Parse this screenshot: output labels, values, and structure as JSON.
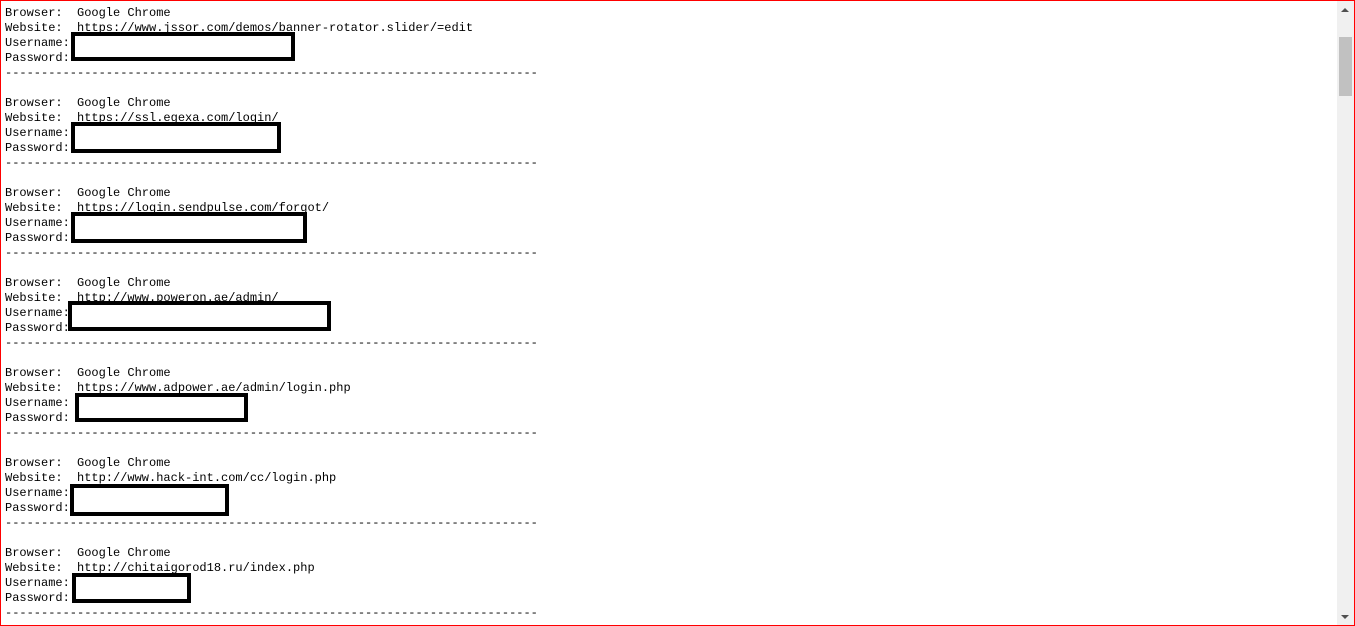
{
  "labels": {
    "browser": "Browser:",
    "website": "Website:",
    "username": "Username:",
    "password": "Password:"
  },
  "separator": "--------------------------------------------------------------------------",
  "entries": [
    {
      "browser": "Google Chrome",
      "website": "https://www.jssor.com/demos/banner-rotator.slider/=edit"
    },
    {
      "browser": "Google Chrome",
      "website": "https://ssl.egexa.com/login/"
    },
    {
      "browser": "Google Chrome",
      "website": "https://login.sendpulse.com/forgot/"
    },
    {
      "browser": "Google Chrome",
      "website": "http://www.poweron.ae/admin/"
    },
    {
      "browser": "Google Chrome",
      "website": "https://www.adpower.ae/admin/login.php"
    },
    {
      "browser": "Google Chrome",
      "website": "http://www.hack-int.com/cc/login.php"
    },
    {
      "browser": "Google Chrome",
      "website": "http://chitaigorod18.ru/index.php"
    }
  ],
  "scrollbar": {
    "position_fraction": 0.0
  }
}
